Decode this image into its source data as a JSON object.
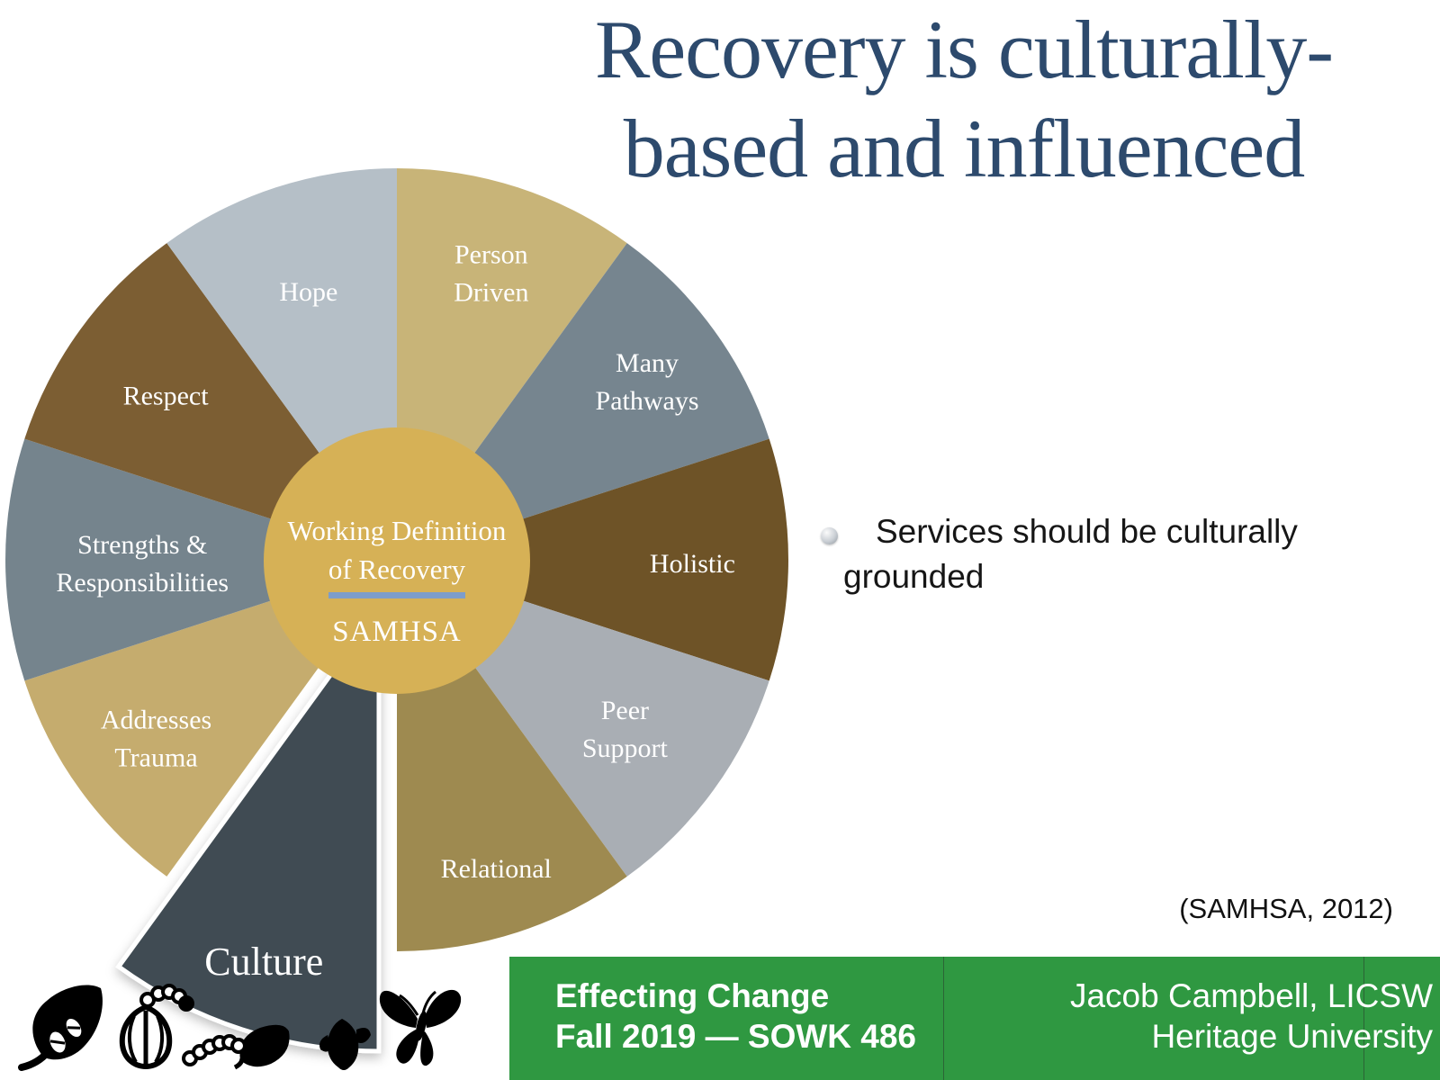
{
  "slide": {
    "title": {
      "lines": [
        "Recovery is culturally-",
        "based and influenced"
      ],
      "color": "#2d4a6d"
    },
    "bullet": {
      "lines": [
        "Services should be culturally",
        "grounded"
      ]
    },
    "citation": "(SAMHSA, 2012)",
    "footer": {
      "bar_color": "#2f9841",
      "course_title": "Effecting Change",
      "course_term": "Fall 2019 — SOWK 486",
      "presenter": "Jacob Campbell, LICSW",
      "institution": "Heritage University"
    }
  },
  "wheel": {
    "center": {
      "lines": [
        "Working Definition",
        "of Recovery"
      ],
      "org": "SAMHSA",
      "fill": "#d6b156",
      "divider_color": "#7d9dca",
      "text_color": "#ffffff"
    },
    "segments": [
      {
        "label_lines": [
          "Person",
          "Driven"
        ],
        "color": "#c8b478",
        "label_r": 0.78
      },
      {
        "label_lines": [
          "Many",
          "Pathways"
        ],
        "color": "#76858f",
        "label_r": 0.79
      },
      {
        "label_lines": [
          "Holistic"
        ],
        "color": "#6e5327",
        "label_r": 0.755
      },
      {
        "label_lines": [
          "Peer",
          "Support"
        ],
        "color": "#a9aeb4",
        "label_r": 0.72
      },
      {
        "label_lines": [
          "Relational"
        ],
        "color": "#9e8a50",
        "label_r": 0.82
      },
      {
        "label_lines": [
          "Culture"
        ],
        "color": "#3f4b52",
        "label_r": 0.84,
        "exploded": true,
        "font_size": 44
      },
      {
        "label_lines": [
          "Addresses",
          "Trauma"
        ],
        "color": "#c5ac6e",
        "label_r": 0.76
      },
      {
        "label_lines": [
          "Strengths &",
          "Responsibilities"
        ],
        "color": "#75848d",
        "label_r": 0.65
      },
      {
        "label_lines": [
          "Respect"
        ],
        "color": "#7c5e33",
        "label_r": 0.73
      },
      {
        "label_lines": [
          "Hope"
        ],
        "color": "#b5bfc7",
        "label_r": 0.73
      }
    ]
  },
  "metamorphosis_icons": [
    "leaf-with-seeds",
    "seed-pod-hatching",
    "caterpillar",
    "chrysalis",
    "butterfly"
  ]
}
